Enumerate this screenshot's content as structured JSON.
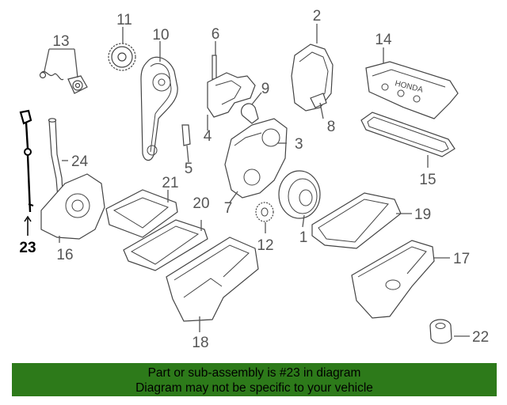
{
  "diagram": {
    "highlight_color": "#000000",
    "label_color": "#555555",
    "highlighted_part": "23",
    "callouts": [
      {
        "id": "c1",
        "label": "1"
      },
      {
        "id": "c2",
        "label": "2"
      },
      {
        "id": "c3",
        "label": "3"
      },
      {
        "id": "c4",
        "label": "4"
      },
      {
        "id": "c5",
        "label": "5"
      },
      {
        "id": "c6",
        "label": "6"
      },
      {
        "id": "c7",
        "label": "7"
      },
      {
        "id": "c8",
        "label": "8"
      },
      {
        "id": "c9",
        "label": "9"
      },
      {
        "id": "c10",
        "label": "10"
      },
      {
        "id": "c11",
        "label": "11"
      },
      {
        "id": "c12",
        "label": "12"
      },
      {
        "id": "c13",
        "label": "13"
      },
      {
        "id": "c14",
        "label": "14"
      },
      {
        "id": "c15",
        "label": "15"
      },
      {
        "id": "c16",
        "label": "16"
      },
      {
        "id": "c17",
        "label": "17"
      },
      {
        "id": "c18",
        "label": "18"
      },
      {
        "id": "c19",
        "label": "19"
      },
      {
        "id": "c20",
        "label": "20"
      },
      {
        "id": "c21",
        "label": "21"
      },
      {
        "id": "c22",
        "label": "22"
      },
      {
        "id": "c23",
        "label": "23"
      },
      {
        "id": "c24",
        "label": "24"
      }
    ],
    "engine_logo_text": "HONDA"
  },
  "banner": {
    "background": "#2d7a1a",
    "line1": "Part or sub-assembly is #23 in diagram",
    "line2": "Diagram may not be specific to your vehicle"
  }
}
